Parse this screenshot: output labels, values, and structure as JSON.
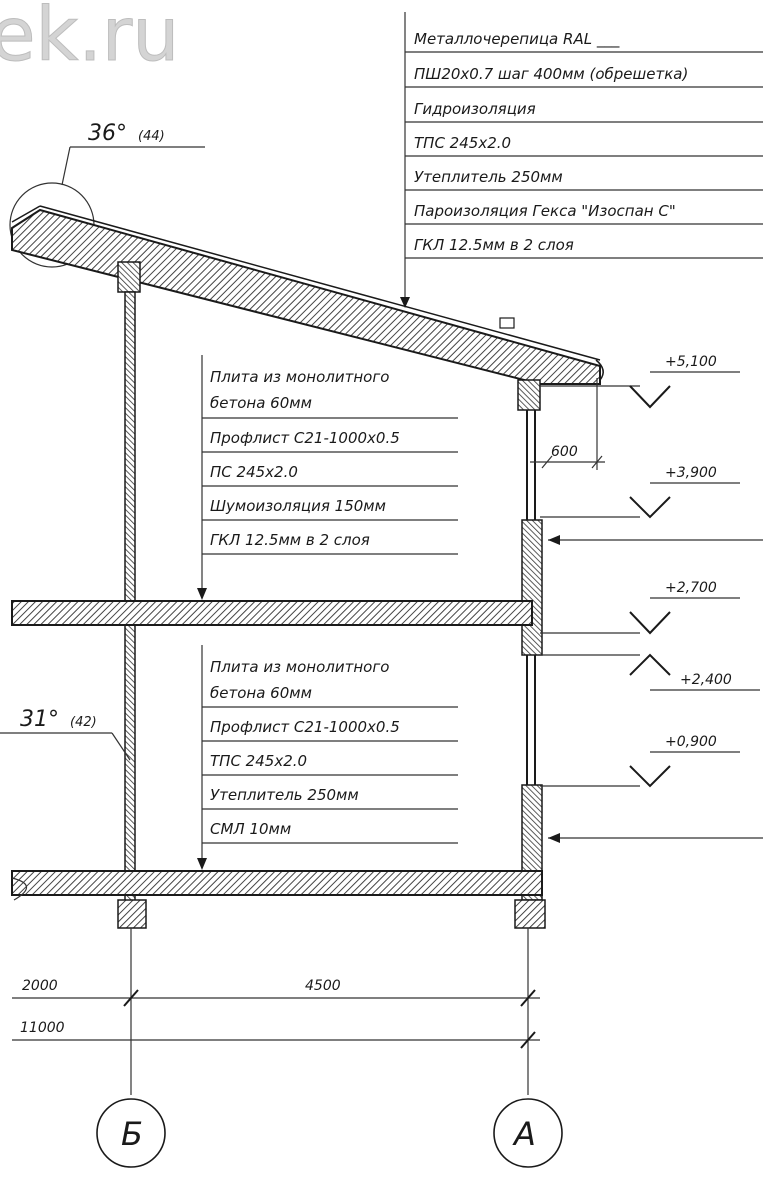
{
  "watermark": "ek.ru",
  "roof_spec": [
    "Металлочерепица RAL ___",
    "ПШ20х0.7 шаг 400мм (обрешетка)",
    "Гидроизоляция",
    "ТПС 245х2.0",
    "Утеплитель 250мм",
    "Пароизоляция Гекса \"Изоспан С\"",
    "ГКЛ 12.5мм в 2 слоя"
  ],
  "attic_floor_spec": [
    "Плита из монолитного",
    "бетона 60мм",
    "Профлист С21-1000х0.5",
    "ПС 245х2.0",
    "Шумоизоляция 150мм",
    "ГКЛ 12.5мм в 2 слоя"
  ],
  "ground_floor_spec": [
    "Плита из монолитного",
    "бетона 60мм",
    "Профлист С21-1000х0.5",
    "ТПС 245х2.0",
    "Утеплитель 250мм",
    "СМЛ 10мм"
  ],
  "angles": {
    "roof_main": "36°",
    "roof_alt": "(44)",
    "floor_main": "31°",
    "floor_alt": "(42)"
  },
  "levels": [
    "+5,100",
    "+3,900",
    "+2,700",
    "+2,400",
    "+0,900"
  ],
  "overhang": "600",
  "dimensions": {
    "left_span": "2000",
    "mid_span": "4500",
    "total": "11000"
  },
  "axes": [
    "Б",
    "А"
  ],
  "colors": {
    "ink": "#1a1a1a",
    "watermark": "#cfcfcf",
    "hatch": "#555555"
  }
}
